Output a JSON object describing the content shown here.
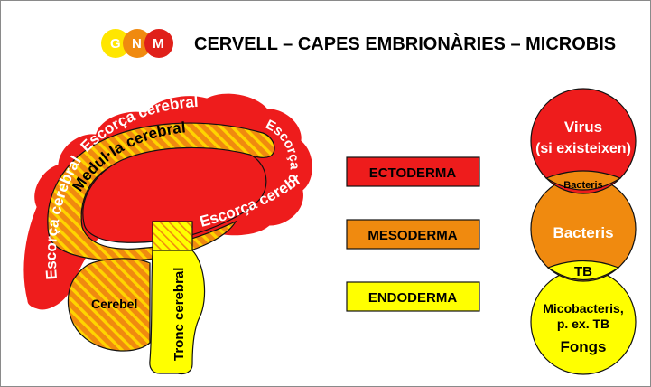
{
  "header": {
    "logo": [
      "G",
      "N",
      "M"
    ],
    "title": "CERVELL – CAPES EMBRIONÀRIES – MICROBIS"
  },
  "brain": {
    "cortex_top": "Escorça cerebral",
    "cortex_left": "Escorça cerebral",
    "cortex_right_top": "Escorça cerebral",
    "cortex_right": "Escorça cerebral",
    "medulla": "Medul·la cerebral",
    "cerebellum": "Cerebel",
    "brainstem": "Tronc cerebral"
  },
  "legend": {
    "ectoderm": "ECTODERMA",
    "mesoderm": "MESODERMA",
    "endoderm": "ENDODERMA"
  },
  "microbes": {
    "virus": "Virus",
    "virus_note": "(si existeixen)",
    "bacteria_small": "Bacteris",
    "bacteria": "Bacteris",
    "tb": "TB",
    "mycobacteria": "Micobacteris,",
    "mycobacteria_example": "p. ex. TB",
    "fungi": "Fongs"
  },
  "colors": {
    "ectoderm": "#ee1c1c",
    "mesoderm": "#f08a0f",
    "endoderm": "#ffff00"
  }
}
